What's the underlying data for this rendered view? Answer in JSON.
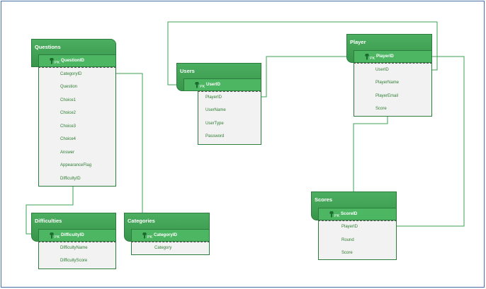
{
  "questions": {
    "title": "Questions",
    "pk": "QuestionID",
    "fields": [
      "CategoryID",
      "Question",
      "Choice1",
      "Choice2",
      "Choice3",
      "Choice4",
      "Answer",
      "AppearanceFlag",
      "DifficultyID"
    ]
  },
  "users": {
    "title": "Users",
    "pk": "UserID",
    "fields": [
      "PlayerID",
      "UserName",
      "UserType",
      "Password"
    ]
  },
  "player": {
    "title": "Player",
    "pk": "PlayerID",
    "fields": [
      "UserID",
      "PlayerName",
      "PlayerEmail",
      "Score"
    ]
  },
  "difficulties": {
    "title": "Difficulties",
    "pk": "DifficultyID",
    "fields": [
      "DifficultyName",
      "DifficultyScore"
    ]
  },
  "categories": {
    "title": "Categories",
    "pk": "CategoryID",
    "fields": [
      "Category"
    ]
  },
  "scores": {
    "title": "Scores",
    "pk": "ScoreID",
    "fields": [
      "PlayerID",
      "Round",
      "Score"
    ]
  },
  "pk_marker": "PK",
  "colors": {
    "header": "#3ea353",
    "pk_row": "#4cb663",
    "body": "#f2f2f2",
    "text": "#2e7d32",
    "line": "#3ea353"
  }
}
